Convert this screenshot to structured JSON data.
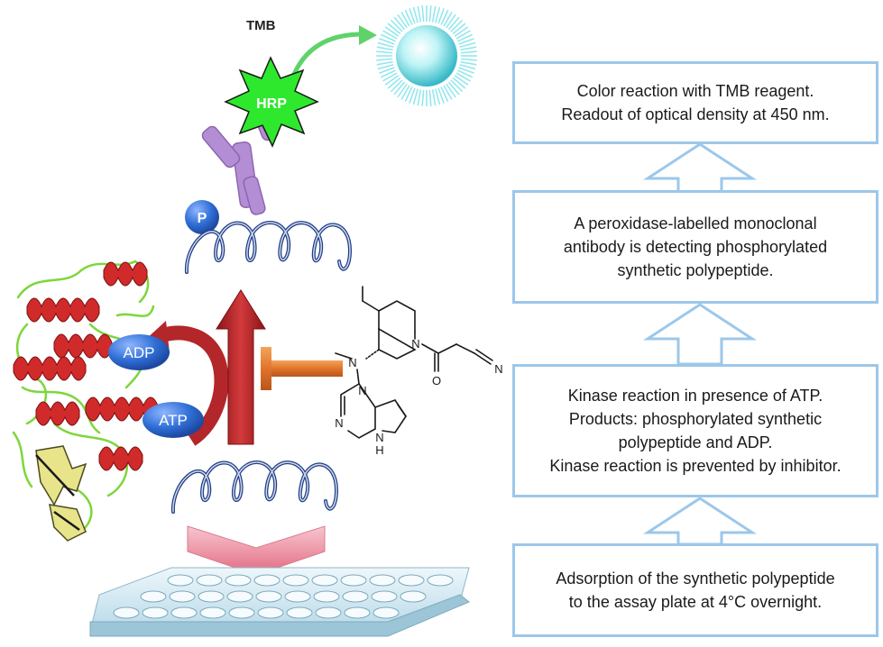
{
  "labels": {
    "tmb": "TMB",
    "hrp": "HRP",
    "p": "P",
    "adp": "ADP",
    "atp": "ATP",
    "n_amine": "N",
    "n_ring": "N",
    "n_nitrile": "N",
    "o_carbonyl": "O",
    "n_pyr1": "N",
    "n_pyr2": "N",
    "nh_pyrrole": "N",
    "h_pyrrole": "H"
  },
  "steps": [
    {
      "lines": [
        "Color reaction with TMB reagent.",
        "Readout of optical density at 450 nm."
      ]
    },
    {
      "lines": [
        "A peroxidase-labelled monoclonal",
        "antibody is detecting phosphorylated",
        "synthetic polypeptide."
      ]
    },
    {
      "lines": [
        "Kinase reaction in presence of ATP.",
        "Products: phosphorylated synthetic",
        "polypeptide and ADP.",
        "Kinase reaction is prevented by inhibitor."
      ]
    },
    {
      "lines": [
        "Adsorption of the synthetic polypeptide",
        "to the assay plate at 4°C overnight."
      ]
    }
  ],
  "colors": {
    "box_border": "#9cc7ea",
    "arrow_outline": "#9cc7ea",
    "reaction_arrow": "#b3262a",
    "inhibition": "#e07a2c",
    "phosphate": "#2f6fd6",
    "hrp_star": "#2ee82e",
    "antibody": "#b48ed4",
    "peptide": "#1f3e8a",
    "protein_helix": "#d12a2a",
    "protein_coil": "#7ed63a",
    "tmb_arrow": "#5fd36a",
    "bead": "#8ee6ec"
  }
}
